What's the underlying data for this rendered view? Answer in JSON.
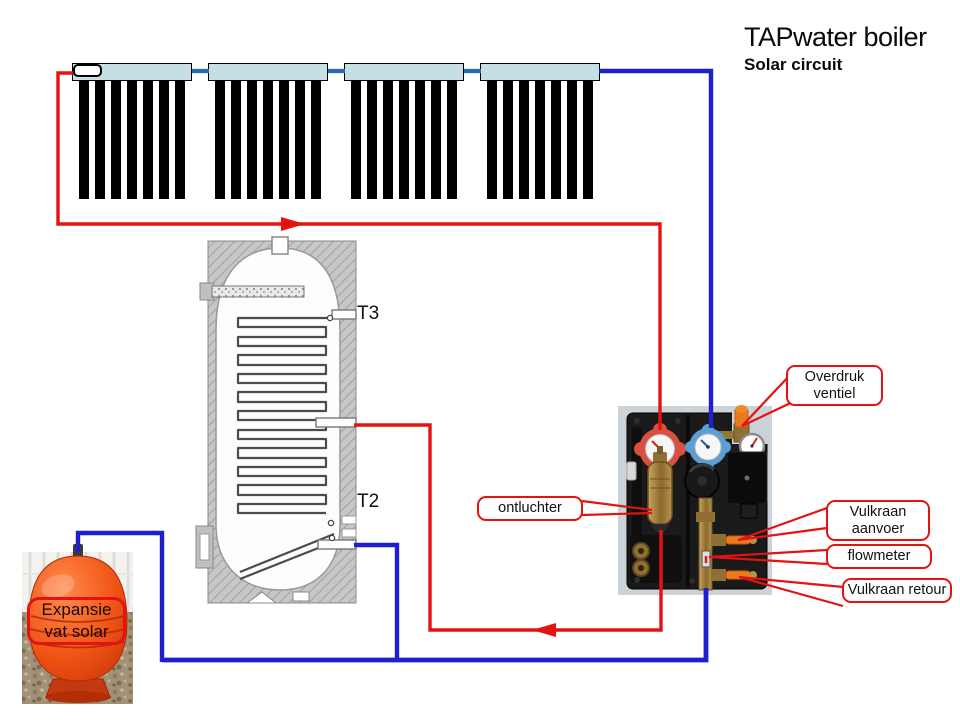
{
  "slide": {
    "title": "TAPwater boiler",
    "subtitle": "Solar circuit"
  },
  "collectors": {
    "count": 4,
    "tubes_per_collector": 7
  },
  "boiler": {
    "sensor_labels": {
      "upper": "T3",
      "lower": "T2"
    }
  },
  "expansion_vessel": {
    "label": "Expansie vat solar"
  },
  "pump_station": {
    "callouts": {
      "overdruk_ventiel": "Overdruk ventiel",
      "ontluchter": "ontluchter",
      "vulkraan_aanvoer": "Vulkraan aanvoer",
      "flowmeter": "flowmeter",
      "vulkraan_retour": "Vulkraan retour"
    }
  },
  "colors": {
    "hot_pipe": "#e51212",
    "cold_pipe": "#1f1fd0",
    "collector_link_pipe": "#2a68b8",
    "callout_border": "#e51212",
    "collector_header": "#c5dfe3"
  }
}
